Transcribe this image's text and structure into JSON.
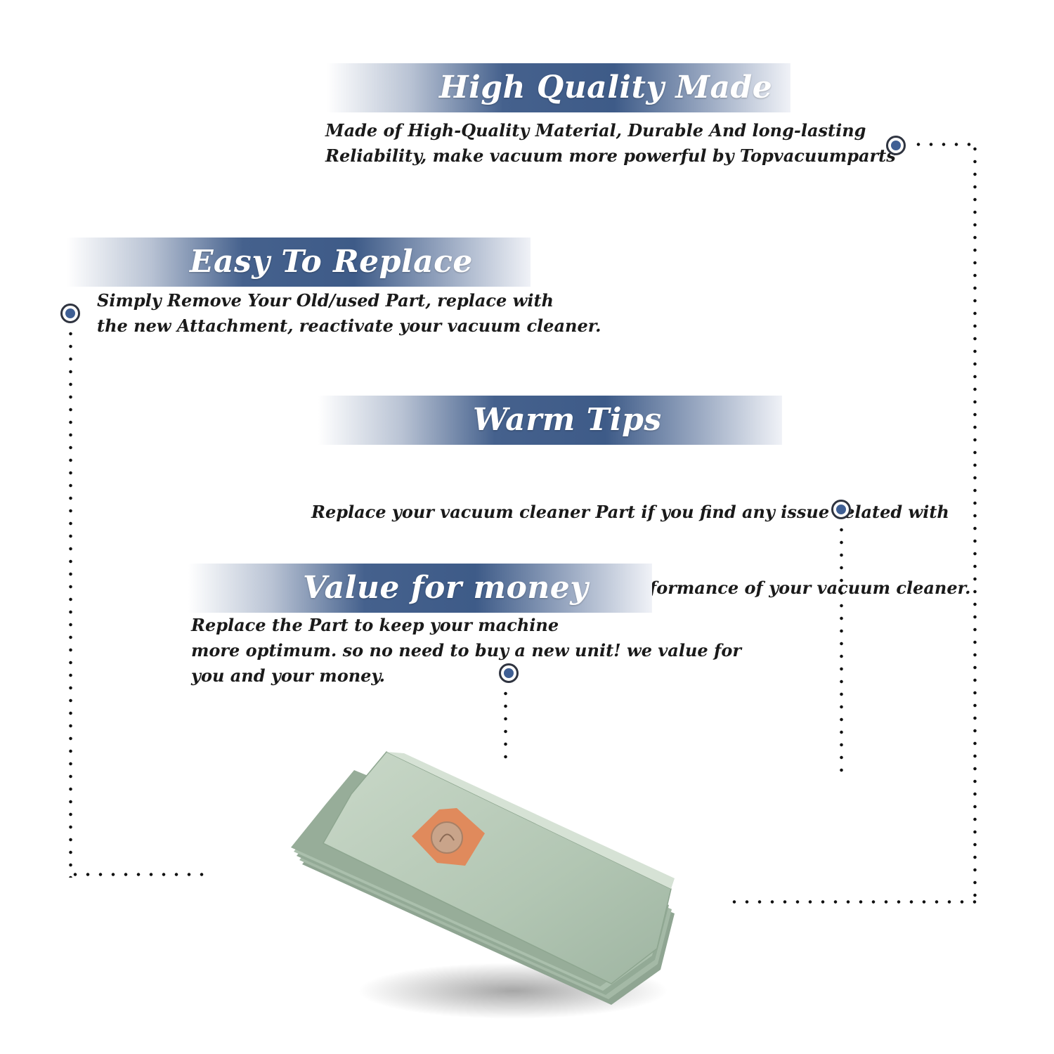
{
  "features": [
    {
      "title": "High Quality Made",
      "lines": [
        "Made of  High-Quality Material, Durable And long-lasting",
        "Reliability, make vacuum more powerful by Topvacuumparts"
      ]
    },
    {
      "title": "Easy To Replace",
      "lines": [
        "Simply Remove Your Old/used Part, replace with",
        "the new Attachment, reactivate your vacuum cleaner."
      ]
    },
    {
      "title": "Warm Tips",
      "lines": [
        "Replace your vacuum cleaner Part if you find any issue related with",
        " attachment to ensure optimum performance of your vacuum cleaner."
      ]
    },
    {
      "title": "Value for money",
      "lines": [
        "Replace the Part to keep your machine",
        "more optimum. so no need to buy a new unit! we value for",
        "you and your money."
      ]
    }
  ],
  "colors": {
    "banner_blue": "#3e5b88",
    "marker_blue": "#3f5f94",
    "text": "#1a1a1a",
    "bag_green": "#b7c9b8",
    "bag_label": "#e08a5c"
  },
  "icons": {
    "marker": "target-dot-icon",
    "product": "vacuum-bag-stack-image"
  }
}
